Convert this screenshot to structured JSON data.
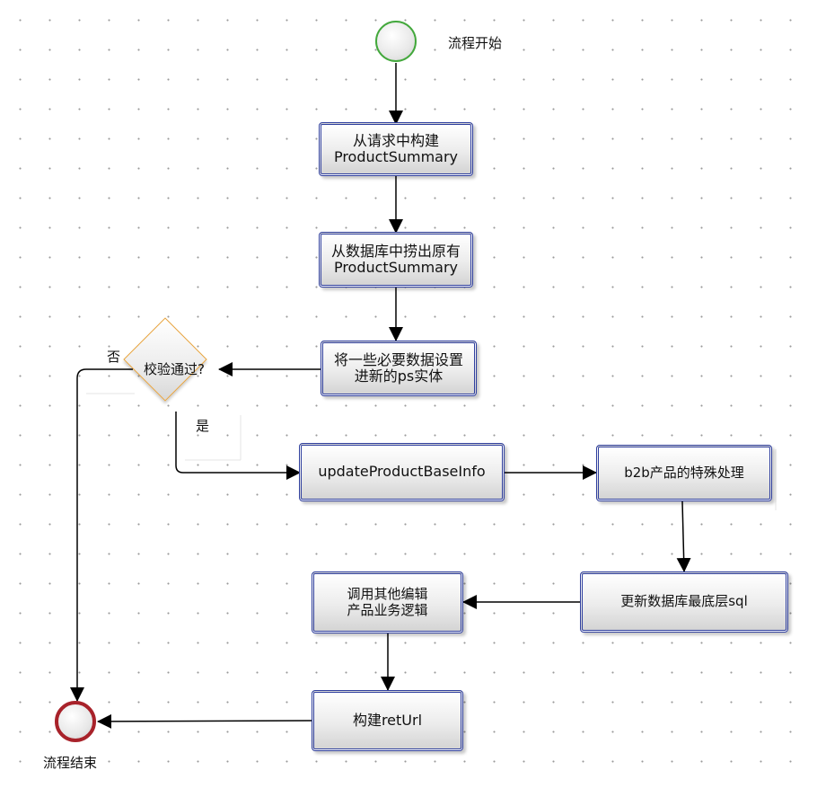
{
  "diagram": {
    "start_label": "流程开始",
    "end_label": "流程结束",
    "nodes": {
      "build_summary": {
        "line1": "从请求中构建",
        "line2": "ProductSummary"
      },
      "fetch_summary": {
        "line1": "从数据库中捞出原有",
        "line2": "ProductSummary"
      },
      "set_data": {
        "line1": "将一些必要数据设置",
        "line2": "进新的ps实体"
      },
      "update_base": {
        "line1": "updateProductBaseInfo"
      },
      "b2b_special": {
        "line1": "b2b产品的特殊处理"
      },
      "update_db": {
        "line1": "更新数据库最底层sql"
      },
      "call_other": {
        "line1": "调用其他编辑",
        "line2": "产品业务逻辑"
      },
      "build_url": {
        "line1": "构建retUrl"
      }
    },
    "decision": {
      "text": "校验通过?",
      "yes_label": "是",
      "no_label": "否"
    },
    "colors": {
      "node_border": "#2f3f9e",
      "start_border": "#43a83c",
      "end_border": "#a8222a",
      "decision_border": "#e8a23a"
    }
  }
}
